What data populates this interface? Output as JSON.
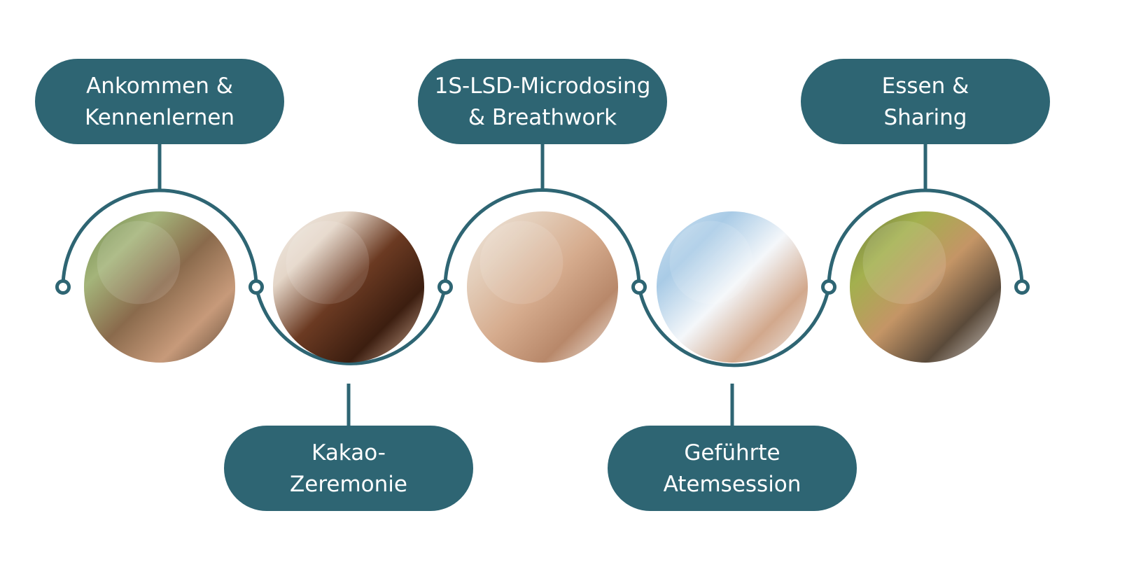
{
  "colors": {
    "accent": "#2e6573",
    "label_text": "#ffffff",
    "background": "#ffffff"
  },
  "steps": [
    {
      "line1": "Ankommen &",
      "line2": "Kennenlernen",
      "label_position": "top",
      "photo": "group-sitting-outdoors-photo",
      "photo_colors": [
        "#6f8a4a",
        "#a4b47a",
        "#8a6a4c",
        "#c79a7a",
        "#5a4634"
      ]
    },
    {
      "line1": "Kakao-",
      "line2": "Zeremonie",
      "label_position": "bottom",
      "photo": "hand-holding-cacao-cup-photo",
      "photo_colors": [
        "#f2ece6",
        "#e4d6c8",
        "#6b3a22",
        "#3c1e10",
        "#d9b39a"
      ]
    },
    {
      "line1": "1S-LSD-Microdosing",
      "line2": "& Breathwork",
      "label_position": "top",
      "photo": "meditation-hands-photo",
      "photo_colors": [
        "#efe6dc",
        "#e3cdb9",
        "#d6ac8e",
        "#b8886a",
        "#f6efe9"
      ]
    },
    {
      "line1": "Geführte",
      "line2": "Atemsession",
      "label_position": "bottom",
      "photo": "woman-meditating-sky-photo",
      "photo_colors": [
        "#cfe3f2",
        "#a9cbe6",
        "#f4f7fa",
        "#d2a88c",
        "#eeeeee"
      ]
    },
    {
      "line1": "Essen &",
      "line2": "Sharing",
      "label_position": "top",
      "photo": "people-hugging-photo",
      "photo_colors": [
        "#6d7a3c",
        "#a3b04e",
        "#c49566",
        "#5a4a3a",
        "#dcd6d2"
      ]
    }
  ]
}
